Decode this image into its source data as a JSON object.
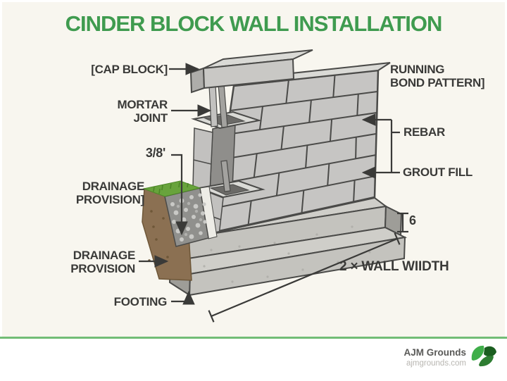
{
  "title": "CINDER BLOCK WALL INSTALLATION",
  "diagram": {
    "labels": {
      "cap_block": "[CAP BLOCK]",
      "mortar_joint": "MORTAR\nJOINT",
      "gap_size": "3/8'",
      "drainage_provision_upper": "DRAINAGE\nPROVISION]",
      "drainage_provision_lower": "DRAINAGE\nPROVISION",
      "footing": "FOOTING",
      "running_bond": "RUNNING\nBOND PATTERN]",
      "rebar": "REBAR",
      "grout_fill": "GROUT FILL",
      "footing_height": "6",
      "footing_width": "2 × WALL WIIDTH"
    },
    "colors": {
      "title_green": "#3f9b4f",
      "divider_green": "#72bd76",
      "label_dark": "#3a3a38",
      "block_grey": "#c6c5c3",
      "block_top_grey": "#dadad6",
      "soil_brown": "#8b7052",
      "grass_green": "#68a33c",
      "gravel_grey": "#90908d"
    }
  },
  "footer": {
    "brand": "AJM Grounds",
    "website": "ajmgrounds.com"
  }
}
